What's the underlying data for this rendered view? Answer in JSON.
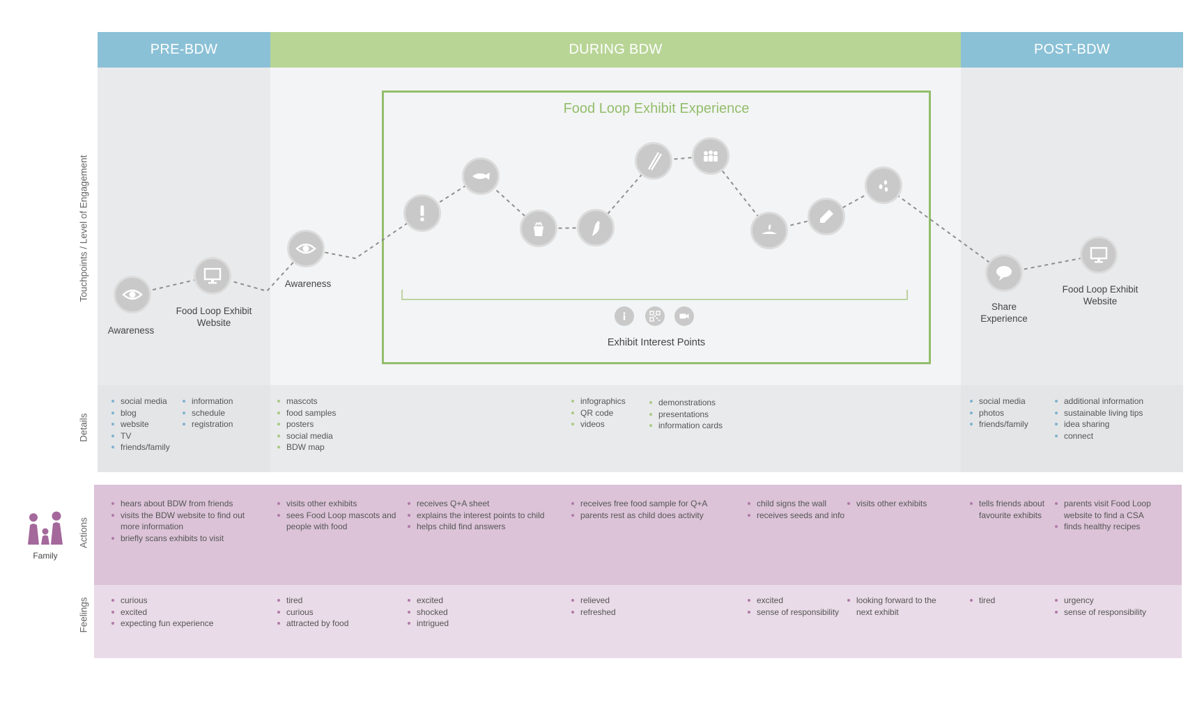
{
  "phases": {
    "pre": "PRE-BDW",
    "during": "DURING BDW",
    "post": "POST-BDW"
  },
  "row_labels": {
    "touchpoints": "Touchpoints / Level of Engagement",
    "details": "Details",
    "actions": "Actions",
    "feelings": "Feelings"
  },
  "persona": {
    "label": "Family"
  },
  "exhibit": {
    "title": "Food Loop Exhibit Experience",
    "interest_points_label": "Exhibit Interest Points",
    "interest_icons": [
      "info-icon",
      "qr-code-icon",
      "video-camera-icon"
    ]
  },
  "touchpoints": [
    {
      "icon": "eye-icon",
      "caption": [
        "Awareness"
      ]
    },
    {
      "icon": "monitor-icon",
      "caption": [
        "Food Loop Exhibit",
        "Website"
      ]
    },
    {
      "icon": "eye-icon",
      "caption": [
        "Awareness"
      ]
    },
    {
      "icon": "exclamation-icon",
      "caption": []
    },
    {
      "icon": "fish-icon",
      "caption": []
    },
    {
      "icon": "food-cup-icon",
      "caption": []
    },
    {
      "icon": "pepper-icon",
      "caption": []
    },
    {
      "icon": "chopsticks-icon",
      "caption": []
    },
    {
      "icon": "people-icon",
      "caption": []
    },
    {
      "icon": "seed-pot-icon",
      "caption": []
    },
    {
      "icon": "pencil-icon",
      "caption": []
    },
    {
      "icon": "seeds-icon",
      "caption": []
    },
    {
      "icon": "speech-bubble-icon",
      "caption": [
        "Share",
        "Experience"
      ]
    },
    {
      "icon": "monitor-icon",
      "caption": [
        "Food Loop Exhibit",
        "Website"
      ]
    }
  ],
  "details": {
    "pre_1": [
      "social media",
      "blog",
      "website",
      "TV",
      "friends/family"
    ],
    "pre_2": [
      "information",
      "schedule",
      "registration"
    ],
    "during_1": [
      "mascots",
      "food samples",
      "posters",
      "social media",
      "BDW map"
    ],
    "during_2": [
      "infographics",
      "QR code",
      "videos"
    ],
    "during_3": [
      "demonstrations",
      "presentations",
      "information cards"
    ],
    "post_1": [
      "social media",
      "photos",
      "friends/family"
    ],
    "post_2": [
      "additional information",
      "sustainable living tips",
      "idea sharing",
      "connect"
    ]
  },
  "actions": [
    [
      "hears about BDW from friends",
      "visits the BDW website to find out more information",
      "briefly scans exhibits to visit"
    ],
    [
      "visits other exhibits",
      "sees Food Loop mascots and people with food"
    ],
    [
      "receives Q+A sheet",
      "explains the interest points to child",
      "helps child find answers"
    ],
    [
      "receives free food sample for Q+A",
      "parents rest as child does activity"
    ],
    [
      "child signs the wall",
      "receives seeds and info"
    ],
    [
      "visits other exhibits"
    ],
    [
      "tells friends about favourite exhibits"
    ],
    [
      "parents visit Food Loop website to find a CSA",
      "finds healthy recipes"
    ]
  ],
  "feelings": [
    [
      "curious",
      "excited",
      "expecting fun experience"
    ],
    [
      "tired",
      "curious",
      "attracted by food"
    ],
    [
      "excited",
      "shocked",
      "intrigued"
    ],
    [
      "relieved",
      "refreshed"
    ],
    [
      "excited",
      "sense of responsibility"
    ],
    [
      "looking forward to the next exhibit"
    ],
    [
      "tired"
    ],
    [
      "urgency",
      "sense of responsibility"
    ]
  ],
  "colors": {
    "pre_post_header": "#8bc1d6",
    "during_header": "#b8d596",
    "exhibit_frame": "#93bd6c",
    "actions_band": "#dcc3d8",
    "feelings_band": "#e9dbe7",
    "persona": "#a4689b"
  }
}
